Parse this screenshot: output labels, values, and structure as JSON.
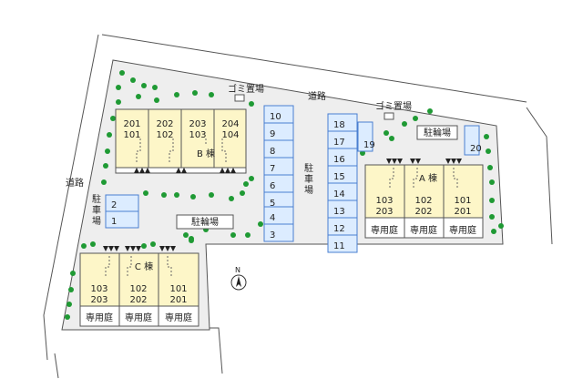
{
  "colors": {
    "lot": "#eeeeee",
    "building": "#fdf6c8",
    "parking_fill": "#dcecff",
    "parking_stroke": "#4a7fd0",
    "tree": "#1f9a34",
    "line": "#555555"
  },
  "labels": {
    "road_top": "道路",
    "road_left": "道路",
    "garbage_1": "ゴミ置場",
    "garbage_2": "ゴミ置場",
    "bike_1": "駐輪場",
    "bike_2": "駐輪場",
    "parking_center": [
      "駐",
      "車",
      "場"
    ],
    "parking_left": [
      "駐",
      "車",
      "場"
    ],
    "compass": "N"
  },
  "buildings": {
    "B": {
      "name": "B 棟",
      "units": [
        {
          "top": "201",
          "bottom": "101"
        },
        {
          "top": "202",
          "bottom": "102"
        },
        {
          "top": "203",
          "bottom": "103"
        },
        {
          "top": "204",
          "bottom": "104"
        }
      ]
    },
    "A": {
      "name": "A 棟",
      "units": [
        {
          "top": "103",
          "bottom": "203"
        },
        {
          "top": "102",
          "bottom": "202"
        },
        {
          "top": "101",
          "bottom": "201"
        }
      ],
      "gardens": [
        "専用庭",
        "専用庭",
        "専用庭"
      ]
    },
    "C": {
      "name": "C 棟",
      "units": [
        {
          "top": "103",
          "bottom": "203"
        },
        {
          "top": "102",
          "bottom": "202"
        },
        {
          "top": "101",
          "bottom": "201"
        }
      ],
      "gardens": [
        "専用庭",
        "専用庭",
        "専用庭"
      ]
    }
  },
  "parking": {
    "col_a": [
      "10",
      "9",
      "8",
      "7",
      "6",
      "5"
    ],
    "col_a_low": [
      "4",
      "3"
    ],
    "col_b": [
      "18",
      "17",
      "16",
      "15",
      "14",
      "13",
      "12",
      "11"
    ],
    "extra_19": "19",
    "extra_20": "20",
    "left": [
      "2",
      "1"
    ]
  }
}
